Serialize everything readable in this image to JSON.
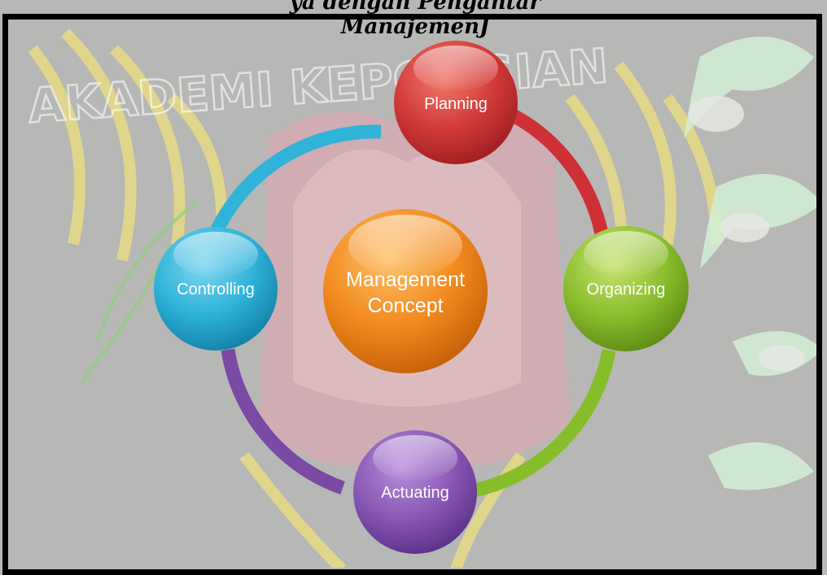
{
  "caption": "ya dengan Pengantar ManajemenJ",
  "center": {
    "label_line1": "Management",
    "label_line2": "Concept",
    "color": "#f28a1e"
  },
  "nodes": [
    {
      "id": "planning",
      "label": "Planning",
      "color": "#d83a3a"
    },
    {
      "id": "organizing",
      "label": "Organizing",
      "color": "#8cbf2e"
    },
    {
      "id": "actuating",
      "label": "Actuating",
      "color": "#8a58b6"
    },
    {
      "id": "controlling",
      "label": "Controlling",
      "color": "#2eb2d9"
    }
  ],
  "arcs": [
    {
      "from": "planning",
      "to": "organizing",
      "color": "#cf3035"
    },
    {
      "from": "organizing",
      "to": "actuating",
      "color": "#86bd2a"
    },
    {
      "from": "actuating",
      "to": "controlling",
      "color": "#7a4aa4"
    },
    {
      "from": "controlling",
      "to": "planning",
      "color": "#30b3d8"
    }
  ],
  "watermark": {
    "text": "AKADEMI KEPOLISIAN"
  }
}
